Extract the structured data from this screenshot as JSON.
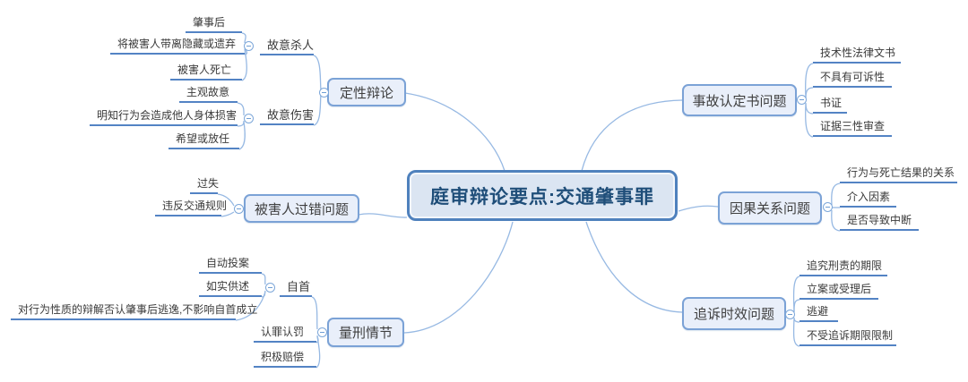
{
  "central": {
    "title": "庭审辩论要点:交通肇事罪"
  },
  "branches": [
    {
      "label": "定性辩论",
      "side": "left",
      "children": [
        {
          "label": "故意杀人",
          "children": [
            {
              "label": "肇事后"
            },
            {
              "label": "将被害人带离隐藏或遗弃"
            },
            {
              "label": "被害人死亡"
            }
          ]
        },
        {
          "label": "故意伤害",
          "children": [
            {
              "label": "主观故意"
            },
            {
              "label": "明知行为会造成他人身体损害"
            },
            {
              "label": "希望或放任"
            }
          ]
        }
      ]
    },
    {
      "label": "被害人过错问题",
      "side": "left",
      "children": [
        {
          "label": "过失"
        },
        {
          "label": "违反交通规则"
        }
      ]
    },
    {
      "label": "量刑情节",
      "side": "left",
      "children": [
        {
          "label": "自首",
          "children": [
            {
              "label": "自动投案"
            },
            {
              "label": "如实供述"
            },
            {
              "label": "对行为性质的辩解否认肇事后逃逸,不影响自首成立"
            }
          ]
        },
        {
          "label": "认罪认罚"
        },
        {
          "label": "积极赔偿"
        }
      ]
    },
    {
      "label": "事故认定书问题",
      "side": "right",
      "children": [
        {
          "label": "技术性法律文书"
        },
        {
          "label": "不具有可诉性"
        },
        {
          "label": "书证"
        },
        {
          "label": "证据三性审查"
        }
      ]
    },
    {
      "label": "因果关系问题",
      "side": "right",
      "children": [
        {
          "label": "行为与死亡结果的关系"
        },
        {
          "label": "介入因素"
        },
        {
          "label": "是否导致中断"
        }
      ]
    },
    {
      "label": "追诉时效问题",
      "side": "right",
      "children": [
        {
          "label": "追究刑责的期限"
        },
        {
          "label": "立案或受理后"
        },
        {
          "label": "逃避"
        },
        {
          "label": "不受追诉期限限制"
        }
      ]
    }
  ],
  "icons": {
    "collapse": "minus-circle-icon"
  },
  "colors": {
    "central_fill": "#dbe5f2",
    "central_border": "#4f81bd",
    "central_text": "#1f4e79",
    "topic_fill": "#e9effa",
    "topic_border": "#7ba2d6",
    "underline": "#5383c4",
    "connector": "#97b9e3",
    "text": "#3f3f3f"
  }
}
